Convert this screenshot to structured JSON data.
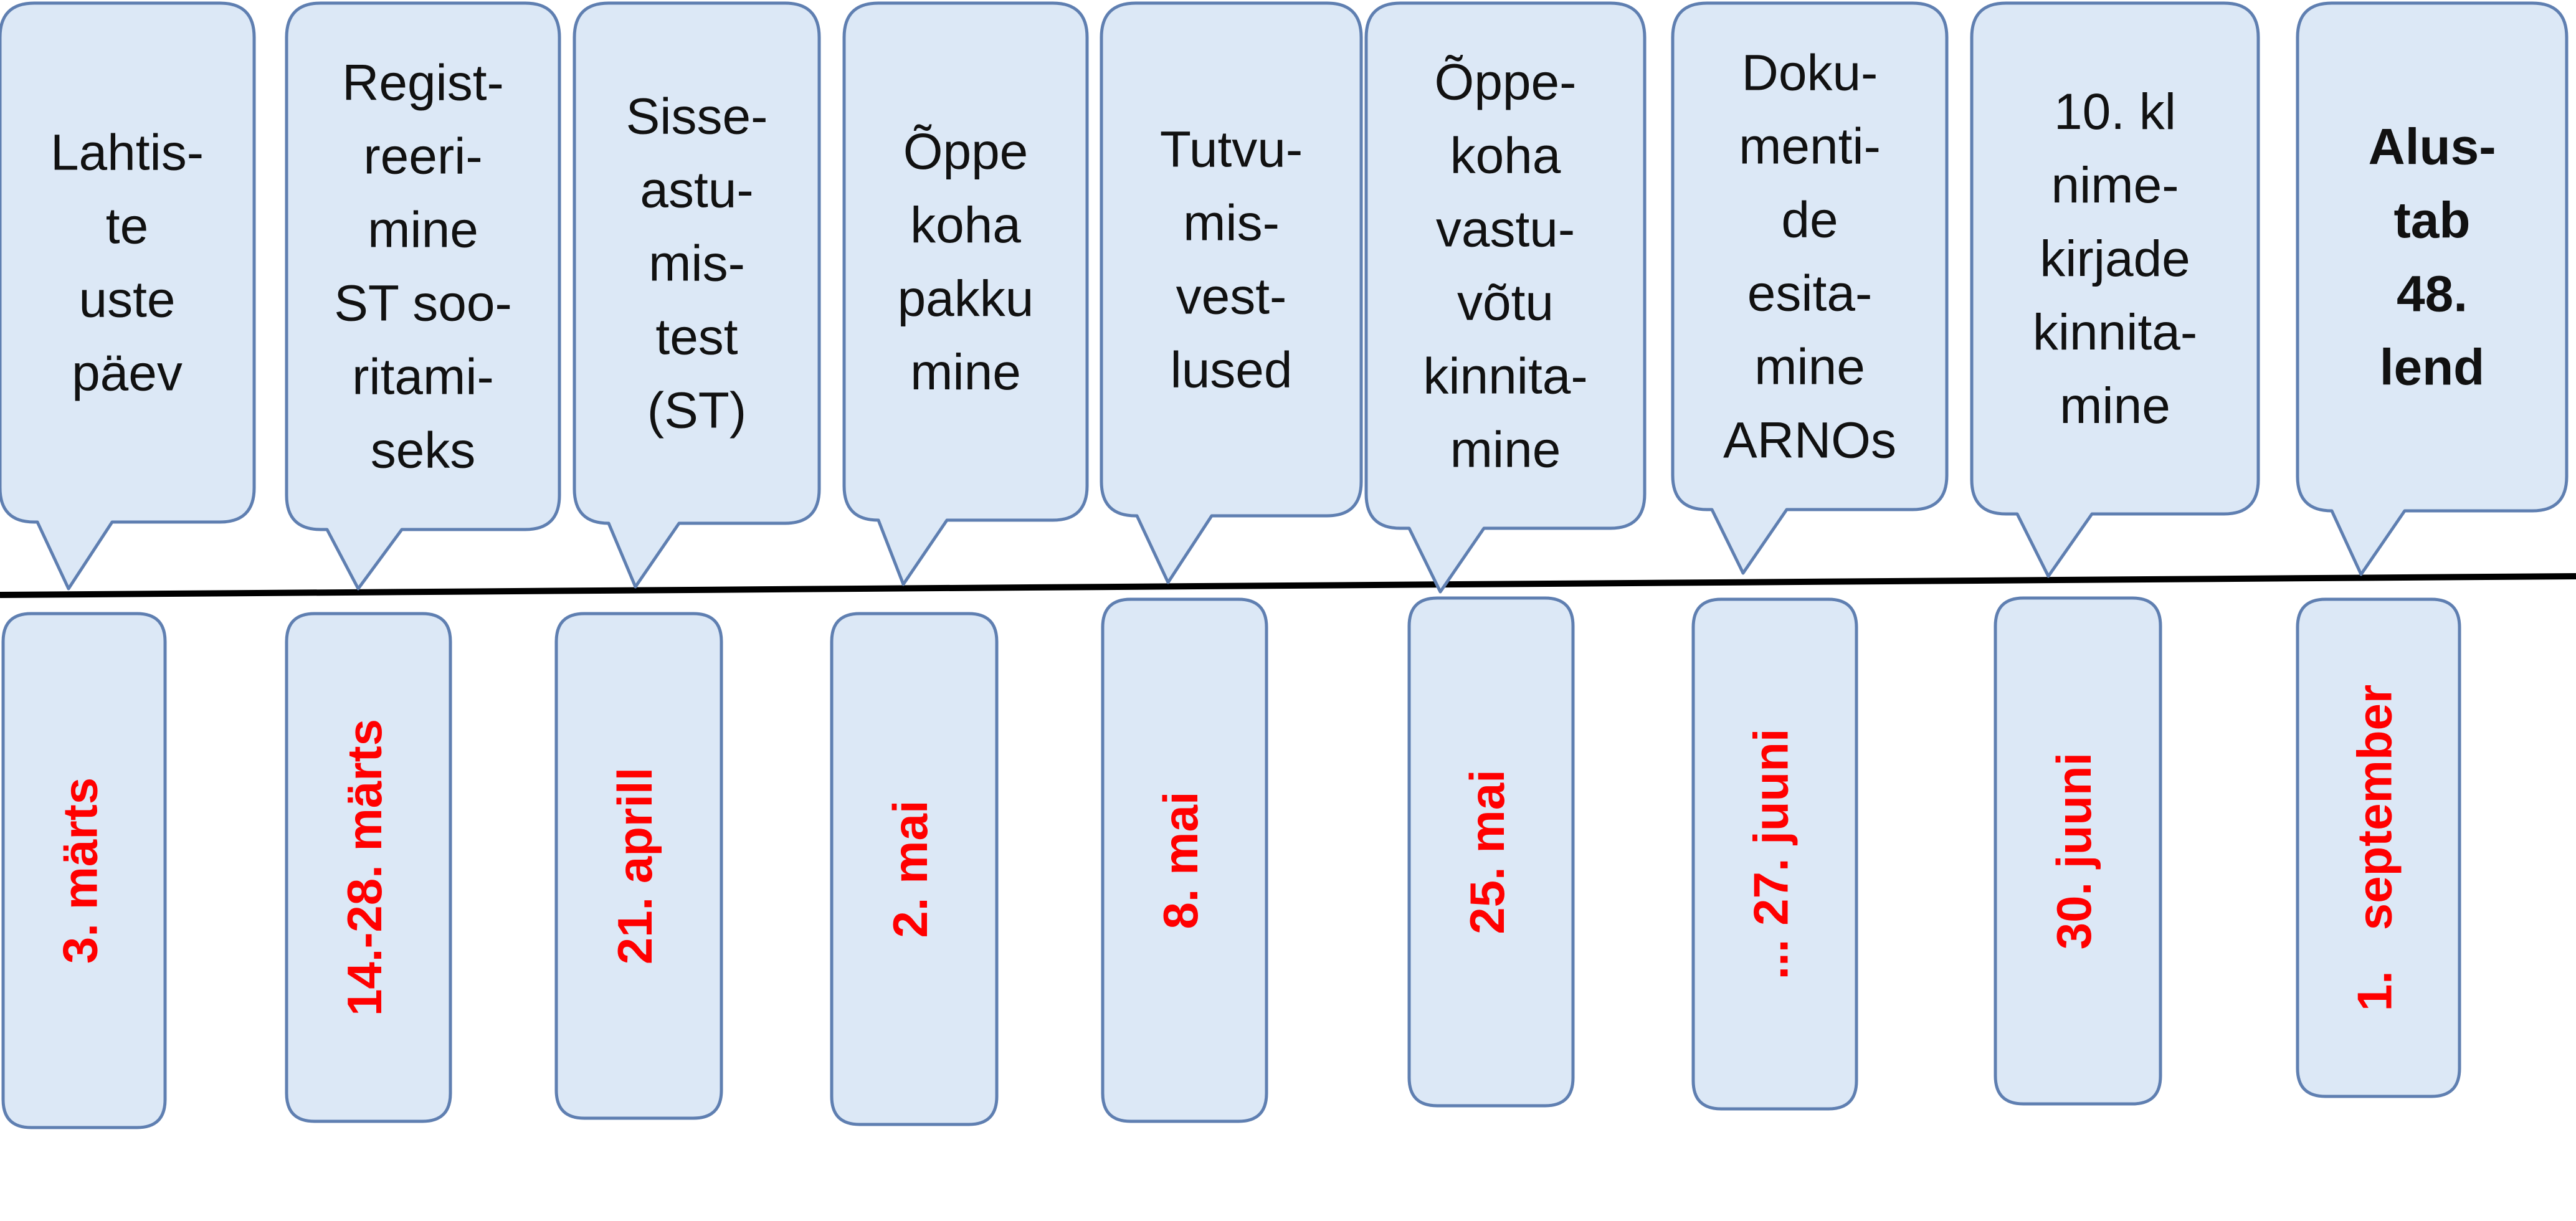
{
  "events": [
    {
      "lines": [
        "Lahtis-",
        "te",
        "uste",
        "päev"
      ],
      "bold": false,
      "date": "3. märts"
    },
    {
      "lines": [
        "Regist-",
        "reeri-",
        "mine",
        "ST soo-",
        "ritami-",
        "seks"
      ],
      "bold": false,
      "date": "14.-28. märts"
    },
    {
      "lines": [
        "Sisse-",
        "astu-",
        "mis-",
        "test",
        "(ST)"
      ],
      "bold": false,
      "date": "21. aprill"
    },
    {
      "lines": [
        "Õppe",
        "koha",
        "pakku",
        "mine"
      ],
      "bold": false,
      "date": "2. mai"
    },
    {
      "lines": [
        "Tutvu-",
        "mis-",
        "vest-",
        "lused"
      ],
      "bold": false,
      "date": "8. mai"
    },
    {
      "lines": [
        "Õppe-",
        "koha",
        "vastu-",
        "võtu",
        "kinnita-",
        "mine"
      ],
      "bold": false,
      "date": "25. mai"
    },
    {
      "lines": [
        "Doku-",
        "menti-",
        "de",
        "esita-",
        "mine",
        "ARNOs"
      ],
      "bold": false,
      "date": "... 27. juuni"
    },
    {
      "lines": [
        "10. kl",
        "nime-",
        "kirjade",
        "kinnita-",
        "mine"
      ],
      "bold": false,
      "date": "30. juuni"
    },
    {
      "lines": [
        "Alus-",
        "tab",
        "48.",
        "lend"
      ],
      "bold": true,
      "date": "1.   september"
    }
  ]
}
